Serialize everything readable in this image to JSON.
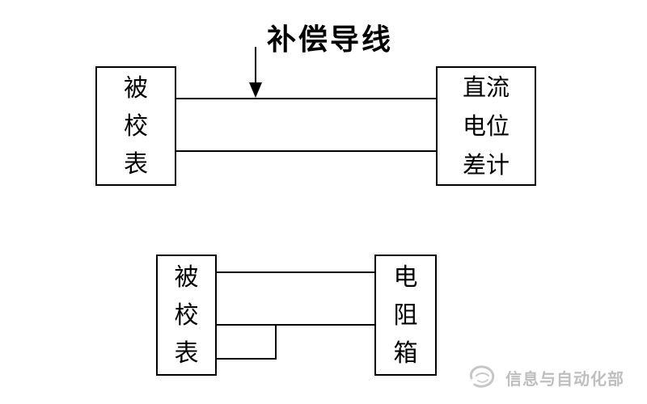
{
  "colors": {
    "line": "#000000",
    "background": "#ffffff",
    "watermark_gray": "#bfbfbf"
  },
  "top_diagram": {
    "arrow_label": "补偿导线",
    "left_box": {
      "label": "被校表",
      "chars": [
        "被",
        "校",
        "表"
      ]
    },
    "right_box": {
      "label": "直流电位差计",
      "rows": [
        "直流",
        "电位",
        "差计"
      ]
    },
    "wires": [
      "upper-wire",
      "lower-wire"
    ],
    "arrow": "down-arrow pointing at upper wire"
  },
  "bottom_diagram": {
    "left_box": {
      "label": "被校表",
      "chars": [
        "被",
        "校",
        "表"
      ]
    },
    "right_box": {
      "label": "电阻箱",
      "chars": [
        "电",
        "阻",
        "箱"
      ]
    },
    "wires": [
      "upper-wire",
      "middle-wire",
      "jumper-stub-wire"
    ]
  },
  "watermark": {
    "text": "信息与自动化部",
    "logo": "swirl-logo"
  }
}
